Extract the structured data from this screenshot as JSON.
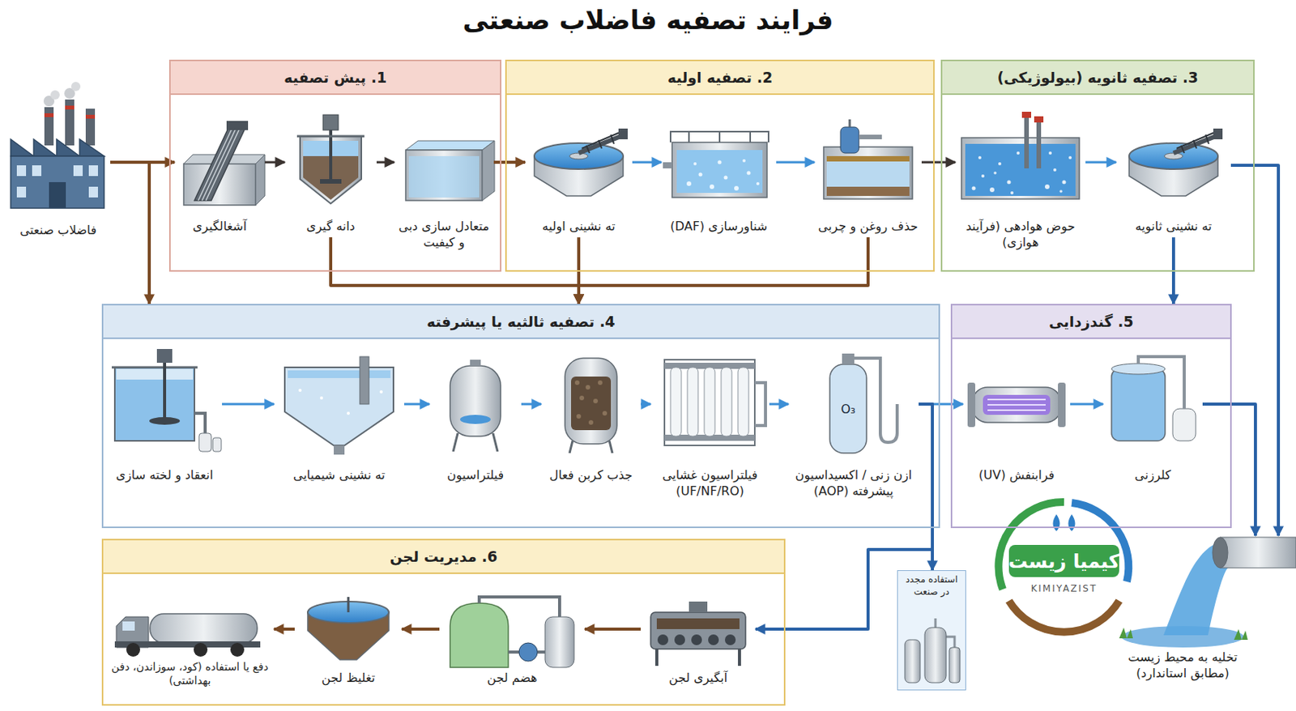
{
  "diagram": {
    "title": "فرایند تصفیه فاضلاب صنعتی",
    "nodes": [
      {
        "text": [
          "فاضلاب صنعتی"
        ]
      },
      {
        "text": [
          "1. پیش تصفیه"
        ]
      },
      {
        "text": [
          "آشغالگیری"
        ],
        "in": 1
      },
      {
        "text": [
          "دانه گیری"
        ],
        "in": 1
      },
      {
        "text": [
          "متعادل سازی دبی و کیفیت"
        ],
        "in": 1
      },
      {
        "text": [
          "2. تصفیه اولیه"
        ]
      },
      {
        "text": [
          "ته نشینی اولیه"
        ],
        "in": 5
      },
      {
        "text": [
          "شناورسازی (DAF)"
        ],
        "in": 5
      },
      {
        "text": [
          "حذف روغن و چربی"
        ],
        "in": 5
      },
      {
        "text": [
          "3. تصفیه ثانویه (بیولوژیکی)"
        ]
      },
      {
        "text": [
          "حوض هوادهی (فرآیند هوازی)"
        ],
        "in": 9
      },
      {
        "text": [
          "ته نشینی ثانویه"
        ],
        "in": 9
      },
      {
        "text": [
          "4. تصفیه ثالثیه یا پیشرفته"
        ]
      },
      {
        "text": [
          "انعقاد و لخته سازی"
        ],
        "in": 12
      },
      {
        "text": [
          "ته نشینی شیمیایی"
        ],
        "in": 12
      },
      {
        "text": [
          "فیلتراسیون"
        ],
        "in": 12
      },
      {
        "text": [
          "جذب کربن فعال"
        ],
        "in": 12
      },
      {
        "text": [
          "فیلتراسیون غشایی (UF/NF/RO)"
        ],
        "in": 12
      },
      {
        "text": [
          "ازن زنی / اکسیداسیون پیشرفته (AOP)"
        ],
        "in": 12
      },
      {
        "text": [
          "5. گندزدایی"
        ]
      },
      {
        "text": [
          "فرابنفش (UV)"
        ],
        "in": 19
      },
      {
        "text": [
          "کلرزنی"
        ],
        "in": 19
      },
      {
        "text": [
          "6. مدیریت لجن"
        ]
      },
      {
        "text": [
          "آبگیری لجن"
        ],
        "in": 22
      },
      {
        "text": [
          "هضم لجن"
        ],
        "in": 22
      },
      {
        "text": [
          "تغلیظ لجن"
        ],
        "in": 22
      },
      {
        "text": [
          "دفع یا استفاده (کود، سوزاندن، دفن بهداشتی)"
        ],
        "in": 22
      },
      {
        "text": [
          "استفاده مجدد در صنعت"
        ]
      },
      {
        "text": [
          "تخلیه به محیط زیست (مطابق استاندارد)"
        ]
      }
    ],
    "edges": [
      {
        "from": 0,
        "to": 2,
        "arrow": "to"
      },
      {
        "from": 0,
        "to": 12,
        "arrow": "to"
      },
      {
        "from": 2,
        "to": 3,
        "arrow": "to"
      },
      {
        "from": 3,
        "to": 4,
        "arrow": "to"
      },
      {
        "from": 4,
        "to": 6,
        "arrow": "to"
      },
      {
        "from": 6,
        "to": 7,
        "arrow": "to"
      },
      {
        "from": 7,
        "to": 8,
        "arrow": "to"
      },
      {
        "from": 8,
        "to": 10,
        "arrow": "to"
      },
      {
        "from": 10,
        "to": 11,
        "arrow": "to"
      },
      {
        "from": 3,
        "to": 12,
        "arrow": "to"
      },
      {
        "from": 6,
        "to": 12,
        "arrow": "to"
      },
      {
        "from": 8,
        "to": 12,
        "arrow": "to"
      },
      {
        "from": 11,
        "to": 19,
        "arrow": "to"
      },
      {
        "from": 11,
        "to": 28,
        "arrow": "to"
      },
      {
        "from": 13,
        "to": 14,
        "arrow": "to"
      },
      {
        "from": 14,
        "to": 15,
        "arrow": "to"
      },
      {
        "from": 15,
        "to": 16,
        "arrow": "to"
      },
      {
        "from": 16,
        "to": 17,
        "arrow": "to"
      },
      {
        "from": 17,
        "to": 18,
        "arrow": "to"
      },
      {
        "from": 18,
        "to": 20,
        "arrow": "to"
      },
      {
        "from": 18,
        "to": 27,
        "arrow": "to"
      },
      {
        "from": 18,
        "to": 23,
        "arrow": "to"
      },
      {
        "from": 20,
        "to": 21,
        "arrow": "to"
      },
      {
        "from": 21,
        "to": 28,
        "arrow": "to"
      },
      {
        "from": 23,
        "to": 24,
        "arrow": "to"
      },
      {
        "from": 24,
        "to": 25,
        "arrow": "to"
      },
      {
        "from": 25,
        "to": 26,
        "arrow": "to"
      }
    ],
    "labels": [
      "O₃",
      "کیمیا زیست",
      "KIMIYAZIST"
    ]
  }
}
